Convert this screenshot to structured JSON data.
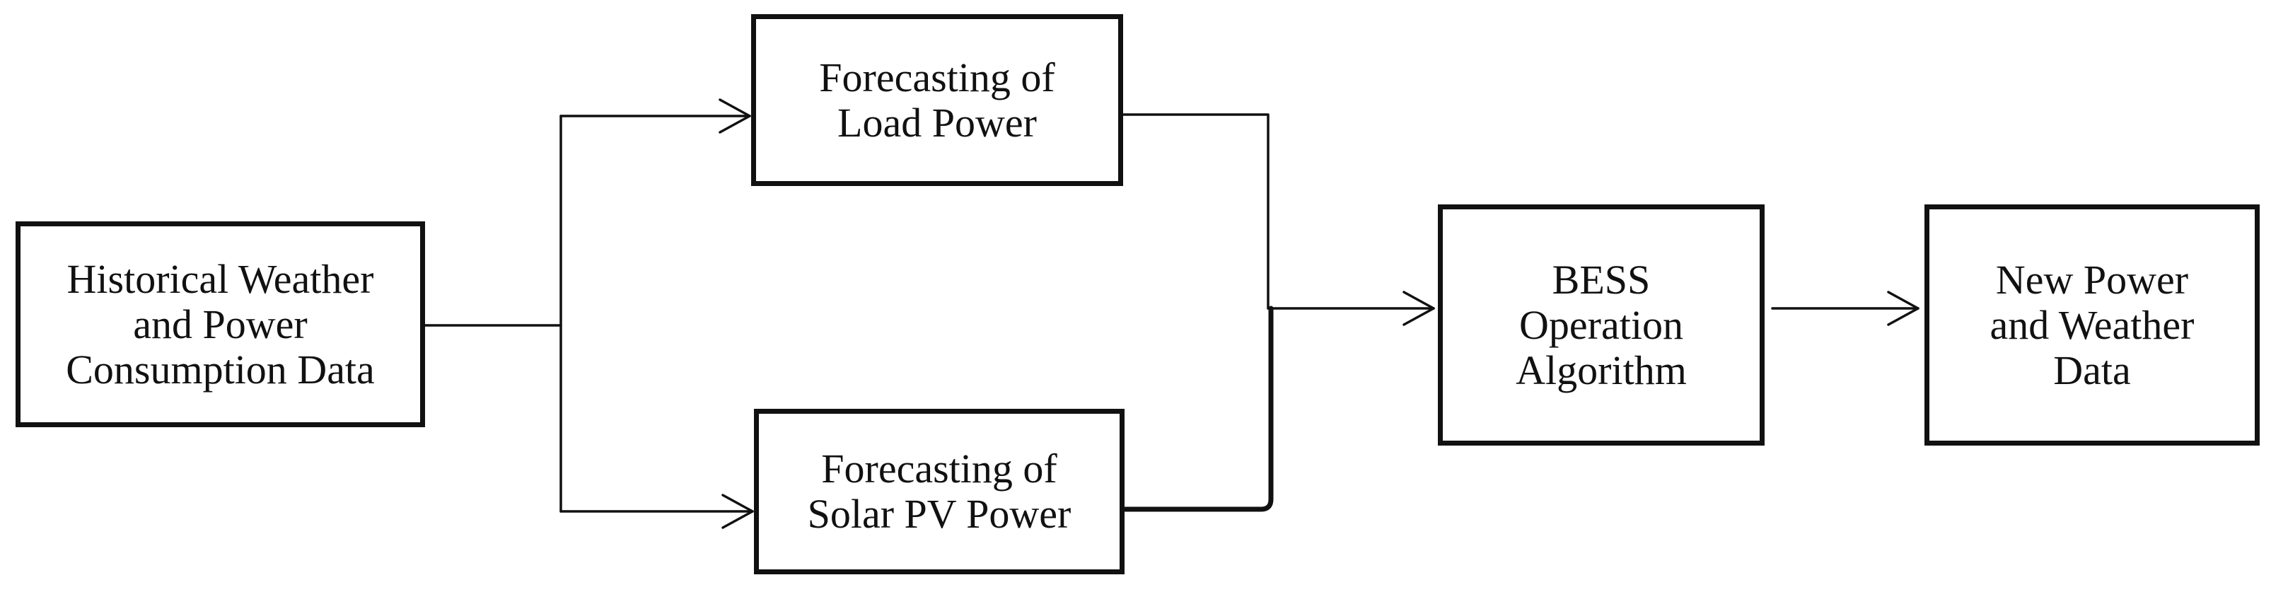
{
  "diagram": {
    "nodes": {
      "historical": {
        "label": "Historical Weather\nand Power\nConsumption Data"
      },
      "load_forecast": {
        "label": "Forecasting of\nLoad Power"
      },
      "solar_forecast": {
        "label": "Forecasting of\nSolar PV Power"
      },
      "bess": {
        "label": "BESS\nOperation\nAlgorithm"
      },
      "new_data": {
        "label": "New Power\nand Weather\nData"
      }
    },
    "edges": [
      {
        "from": "Historical Weather and Power Consumption Data",
        "to": "Forecasting of Load Power"
      },
      {
        "from": "Historical Weather and Power Consumption Data",
        "to": "Forecasting of Solar PV Power"
      },
      {
        "from": "Forecasting of Load Power",
        "to": "BESS Operation Algorithm"
      },
      {
        "from": "Forecasting of Solar PV Power",
        "to": "BESS Operation Algorithm"
      },
      {
        "from": "BESS Operation Algorithm",
        "to": "New Power and Weather Data"
      }
    ],
    "colors": {
      "stroke": "#111111",
      "background": "#ffffff"
    }
  }
}
